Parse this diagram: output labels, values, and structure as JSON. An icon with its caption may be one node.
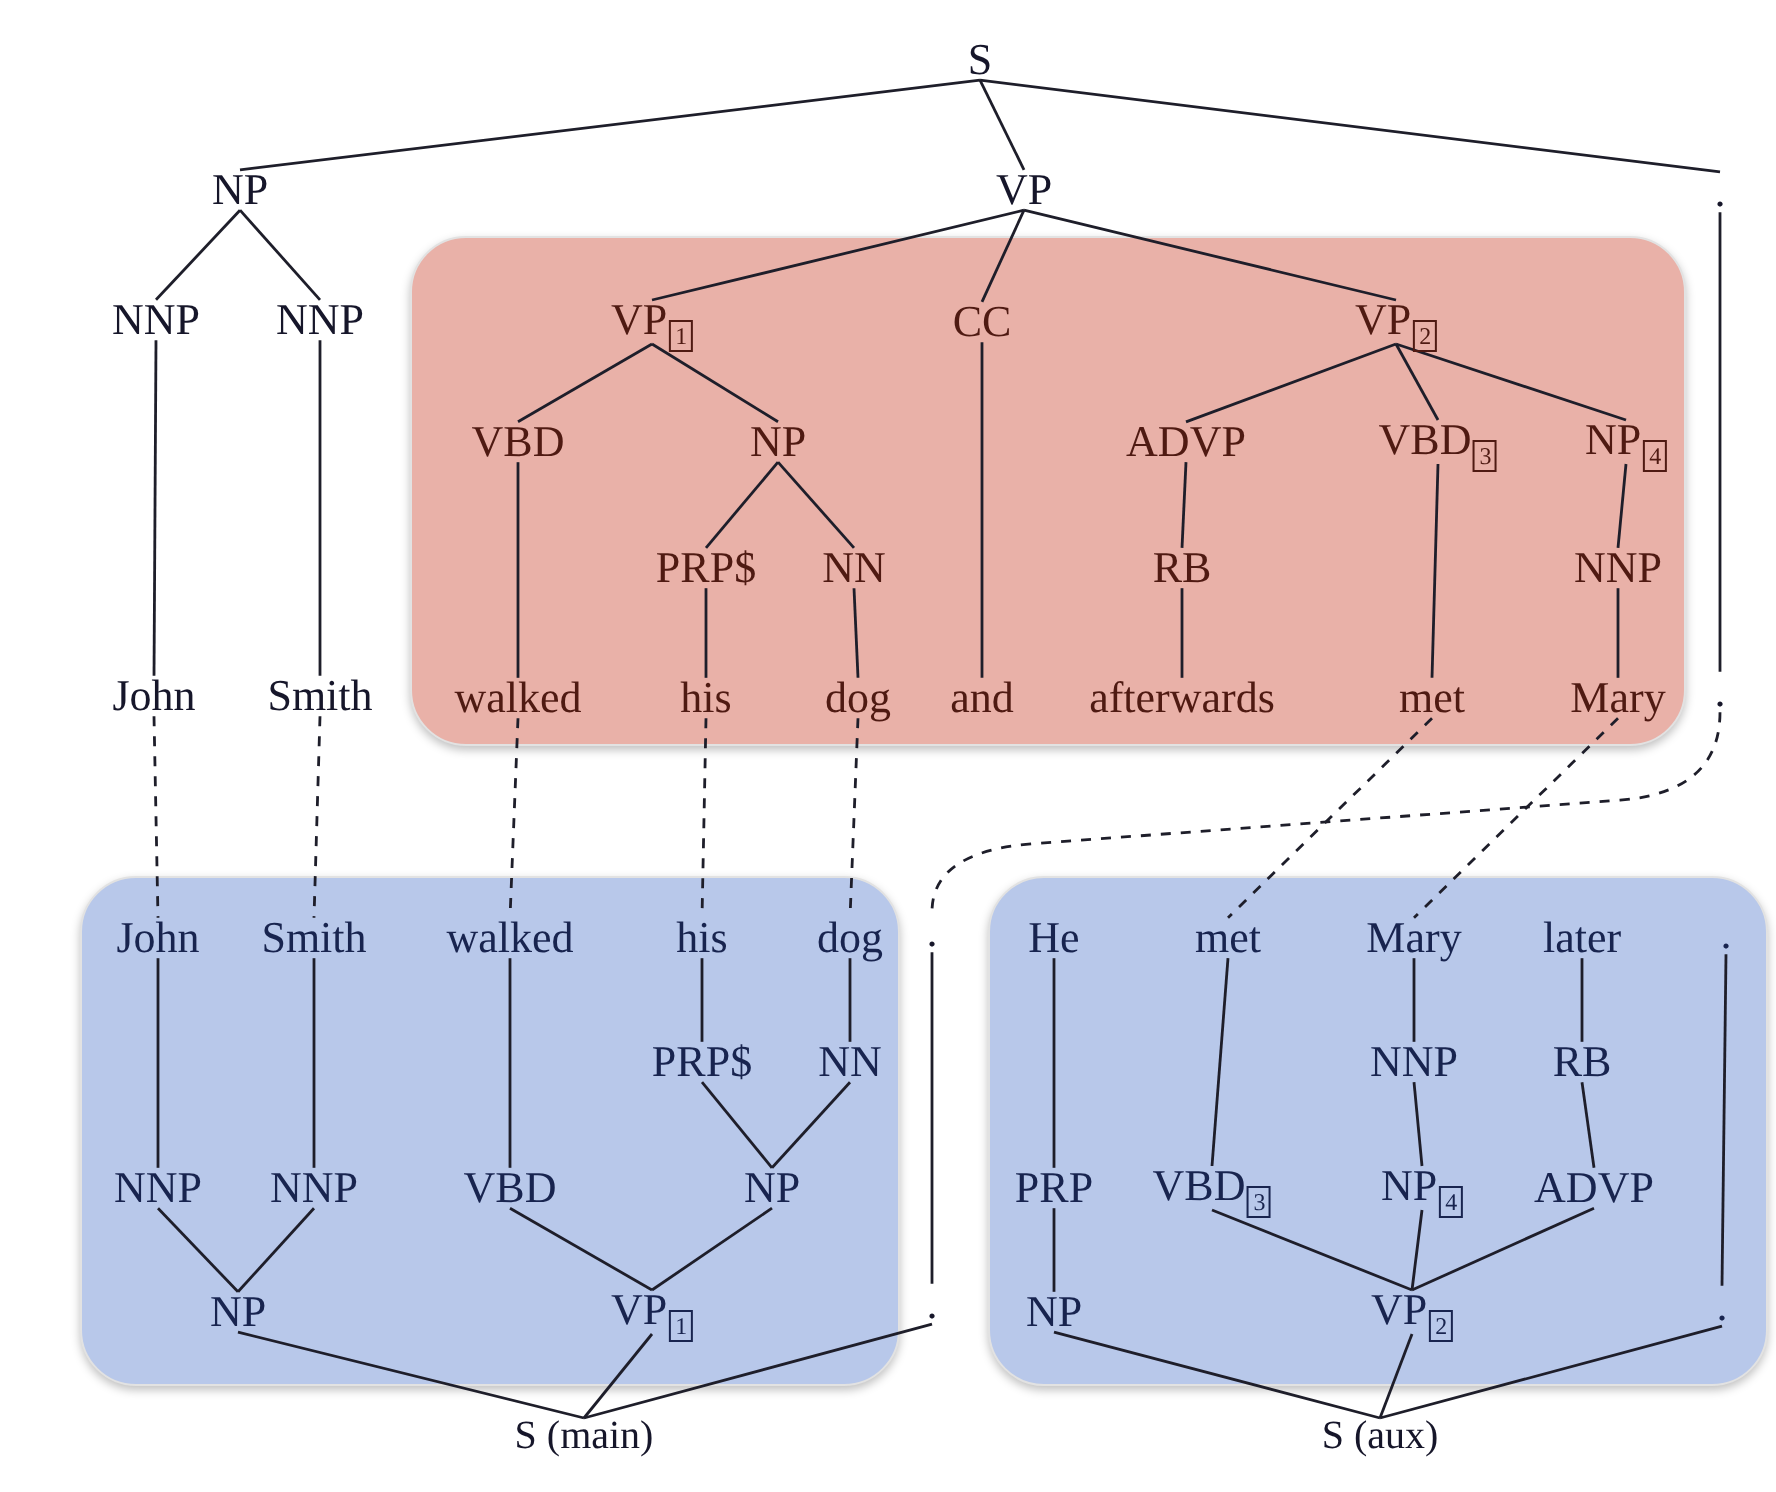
{
  "diagram": {
    "nodes": [
      {
        "text": [
          "S"
        ]
      },
      {
        "text": [
          "NP"
        ]
      },
      {
        "text": [
          "VP"
        ]
      },
      {
        "text": [
          "."
        ]
      },
      {
        "text": [
          "NNP"
        ]
      },
      {
        "text": [
          "NNP"
        ]
      },
      {
        "text": [],
        "shape": "box"
      },
      {
        "text": [
          "VP$_{1}$"
        ],
        "in": 6
      },
      {
        "text": [
          "CC"
        ],
        "in": 6
      },
      {
        "text": [
          "VP$_{2}$"
        ],
        "in": 6
      },
      {
        "text": [
          "VBD"
        ],
        "in": 6
      },
      {
        "text": [
          "NP"
        ],
        "in": 6
      },
      {
        "text": [
          "ADVP"
        ],
        "in": 6
      },
      {
        "text": [
          "VBD$_{3}$"
        ],
        "in": 6
      },
      {
        "text": [
          "NP$_{4}$"
        ],
        "in": 6
      },
      {
        "text": [
          "PRP$"
        ],
        "in": 6
      },
      {
        "text": [
          "NN"
        ],
        "in": 6
      },
      {
        "text": [
          "RB"
        ],
        "in": 6
      },
      {
        "text": [
          "NNP"
        ],
        "in": 6
      },
      {
        "text": [
          "John"
        ]
      },
      {
        "text": [
          "Smith"
        ]
      },
      {
        "text": [
          "walked"
        ],
        "in": 6
      },
      {
        "text": [
          "his"
        ],
        "in": 6
      },
      {
        "text": [
          "dog"
        ],
        "in": 6
      },
      {
        "text": [
          "and"
        ],
        "in": 6
      },
      {
        "text": [
          "afterwards"
        ],
        "in": 6
      },
      {
        "text": [
          "met"
        ],
        "in": 6
      },
      {
        "text": [
          "Mary"
        ],
        "in": 6
      },
      {
        "text": [
          "."
        ]
      },
      {
        "text": [],
        "shape": "box"
      },
      {
        "text": [
          "John"
        ],
        "in": 29
      },
      {
        "text": [
          "Smith"
        ],
        "in": 29
      },
      {
        "text": [
          "walked"
        ],
        "in": 29
      },
      {
        "text": [
          "his"
        ],
        "in": 29
      },
      {
        "text": [
          "dog"
        ],
        "in": 29
      },
      {
        "text": [
          "."
        ]
      },
      {
        "text": [],
        "shape": "box"
      },
      {
        "text": [
          "He"
        ],
        "in": 36
      },
      {
        "text": [
          "met"
        ],
        "in": 36
      },
      {
        "text": [
          "Mary"
        ],
        "in": 36
      },
      {
        "text": [
          "later"
        ],
        "in": 36
      },
      {
        "text": [
          "."
        ],
        "in": 36
      },
      {
        "text": [
          "PRP$"
        ],
        "in": 29
      },
      {
        "text": [
          "NN"
        ],
        "in": 29
      },
      {
        "text": [
          "NNP"
        ],
        "in": 36
      },
      {
        "text": [
          "RB"
        ],
        "in": 36
      },
      {
        "text": [
          "NNP"
        ],
        "in": 29
      },
      {
        "text": [
          "NNP"
        ],
        "in": 29
      },
      {
        "text": [
          "VBD"
        ],
        "in": 29
      },
      {
        "text": [
          "NP"
        ],
        "in": 29
      },
      {
        "text": [
          "PRP"
        ],
        "in": 36
      },
      {
        "text": [
          "VBD$_{3}$"
        ],
        "in": 36
      },
      {
        "text": [
          "NP$_{4}$"
        ],
        "in": 36
      },
      {
        "text": [
          "ADVP"
        ],
        "in": 36
      },
      {
        "text": [
          "NP"
        ],
        "in": 29
      },
      {
        "text": [
          "VP$_{1}$"
        ],
        "in": 29
      },
      {
        "text": [
          "."
        ]
      },
      {
        "text": [
          "NP"
        ],
        "in": 36
      },
      {
        "text": [
          "VP$_{2}$"
        ],
        "in": 36
      },
      {
        "text": [
          "."
        ],
        "in": 36
      },
      {
        "text": [
          "S (main)"
        ]
      },
      {
        "text": [
          "S (aux)"
        ]
      }
    ],
    "edges": [
      {
        "from": 0,
        "to": 1,
        "arrow": "none"
      },
      {
        "from": 0,
        "to": 2,
        "arrow": "none"
      },
      {
        "from": 0,
        "to": 3,
        "arrow": "none"
      },
      {
        "from": 1,
        "to": 4,
        "arrow": "none"
      },
      {
        "from": 1,
        "to": 5,
        "arrow": "none"
      },
      {
        "from": 2,
        "to": 7,
        "arrow": "none"
      },
      {
        "from": 2,
        "to": 8,
        "arrow": "none"
      },
      {
        "from": 2,
        "to": 9,
        "arrow": "none"
      },
      {
        "from": 7,
        "to": 10,
        "arrow": "none"
      },
      {
        "from": 7,
        "to": 11,
        "arrow": "none"
      },
      {
        "from": 9,
        "to": 12,
        "arrow": "none"
      },
      {
        "from": 9,
        "to": 13,
        "arrow": "none"
      },
      {
        "from": 9,
        "to": 14,
        "arrow": "none"
      },
      {
        "from": 11,
        "to": 15,
        "arrow": "none"
      },
      {
        "from": 11,
        "to": 16,
        "arrow": "none"
      },
      {
        "from": 12,
        "to": 17,
        "arrow": "none"
      },
      {
        "from": 14,
        "to": 18,
        "arrow": "none"
      },
      {
        "from": 4,
        "to": 19,
        "arrow": "none"
      },
      {
        "from": 5,
        "to": 20,
        "arrow": "none"
      },
      {
        "from": 10,
        "to": 21,
        "arrow": "none"
      },
      {
        "from": 15,
        "to": 22,
        "arrow": "none"
      },
      {
        "from": 16,
        "to": 23,
        "arrow": "none"
      },
      {
        "from": 8,
        "to": 24,
        "arrow": "none"
      },
      {
        "from": 17,
        "to": 25,
        "arrow": "none"
      },
      {
        "from": 13,
        "to": 26,
        "arrow": "none"
      },
      {
        "from": 18,
        "to": 27,
        "arrow": "none"
      },
      {
        "from": 3,
        "to": 28,
        "arrow": "none"
      },
      {
        "from": 19,
        "to": 30,
        "arrow": "none",
        "style": "dashed"
      },
      {
        "from": 20,
        "to": 31,
        "arrow": "none",
        "style": "dashed"
      },
      {
        "from": 21,
        "to": 32,
        "arrow": "none",
        "style": "dashed"
      },
      {
        "from": 22,
        "to": 33,
        "arrow": "none",
        "style": "dashed"
      },
      {
        "from": 23,
        "to": 34,
        "arrow": "none",
        "style": "dashed"
      },
      {
        "from": 26,
        "to": 38,
        "arrow": "none",
        "style": "dashed"
      },
      {
        "from": 27,
        "to": 39,
        "arrow": "none",
        "style": "dashed"
      },
      {
        "from": 28,
        "to": 35,
        "arrow": "none",
        "style": "dashed"
      },
      {
        "from": 60,
        "to": 54,
        "arrow": "none"
      },
      {
        "from": 60,
        "to": 55,
        "arrow": "none"
      },
      {
        "from": 60,
        "to": 56,
        "arrow": "none"
      },
      {
        "from": 54,
        "to": 46,
        "arrow": "none"
      },
      {
        "from": 54,
        "to": 47,
        "arrow": "none"
      },
      {
        "from": 55,
        "to": 48,
        "arrow": "none"
      },
      {
        "from": 55,
        "to": 49,
        "arrow": "none"
      },
      {
        "from": 49,
        "to": 42,
        "arrow": "none"
      },
      {
        "from": 49,
        "to": 43,
        "arrow": "none"
      },
      {
        "from": 46,
        "to": 30,
        "arrow": "none"
      },
      {
        "from": 47,
        "to": 31,
        "arrow": "none"
      },
      {
        "from": 48,
        "to": 32,
        "arrow": "none"
      },
      {
        "from": 42,
        "to": 33,
        "arrow": "none"
      },
      {
        "from": 43,
        "to": 34,
        "arrow": "none"
      },
      {
        "from": 56,
        "to": 35,
        "arrow": "none"
      },
      {
        "from": 61,
        "to": 57,
        "arrow": "none"
      },
      {
        "from": 61,
        "to": 58,
        "arrow": "none"
      },
      {
        "from": 61,
        "to": 59,
        "arrow": "none"
      },
      {
        "from": 57,
        "to": 50,
        "arrow": "none"
      },
      {
        "from": 58,
        "to": 51,
        "arrow": "none"
      },
      {
        "from": 58,
        "to": 52,
        "arrow": "none"
      },
      {
        "from": 58,
        "to": 53,
        "arrow": "none"
      },
      {
        "from": 52,
        "to": 44,
        "arrow": "none"
      },
      {
        "from": 53,
        "to": 45,
        "arrow": "none"
      },
      {
        "from": 50,
        "to": 37,
        "arrow": "none"
      },
      {
        "from": 51,
        "to": 38,
        "arrow": "none"
      },
      {
        "from": 44,
        "to": 39,
        "arrow": "none"
      },
      {
        "from": 45,
        "to": 40,
        "arrow": "none"
      },
      {
        "from": 59,
        "to": 41,
        "arrow": "none"
      }
    ]
  }
}
